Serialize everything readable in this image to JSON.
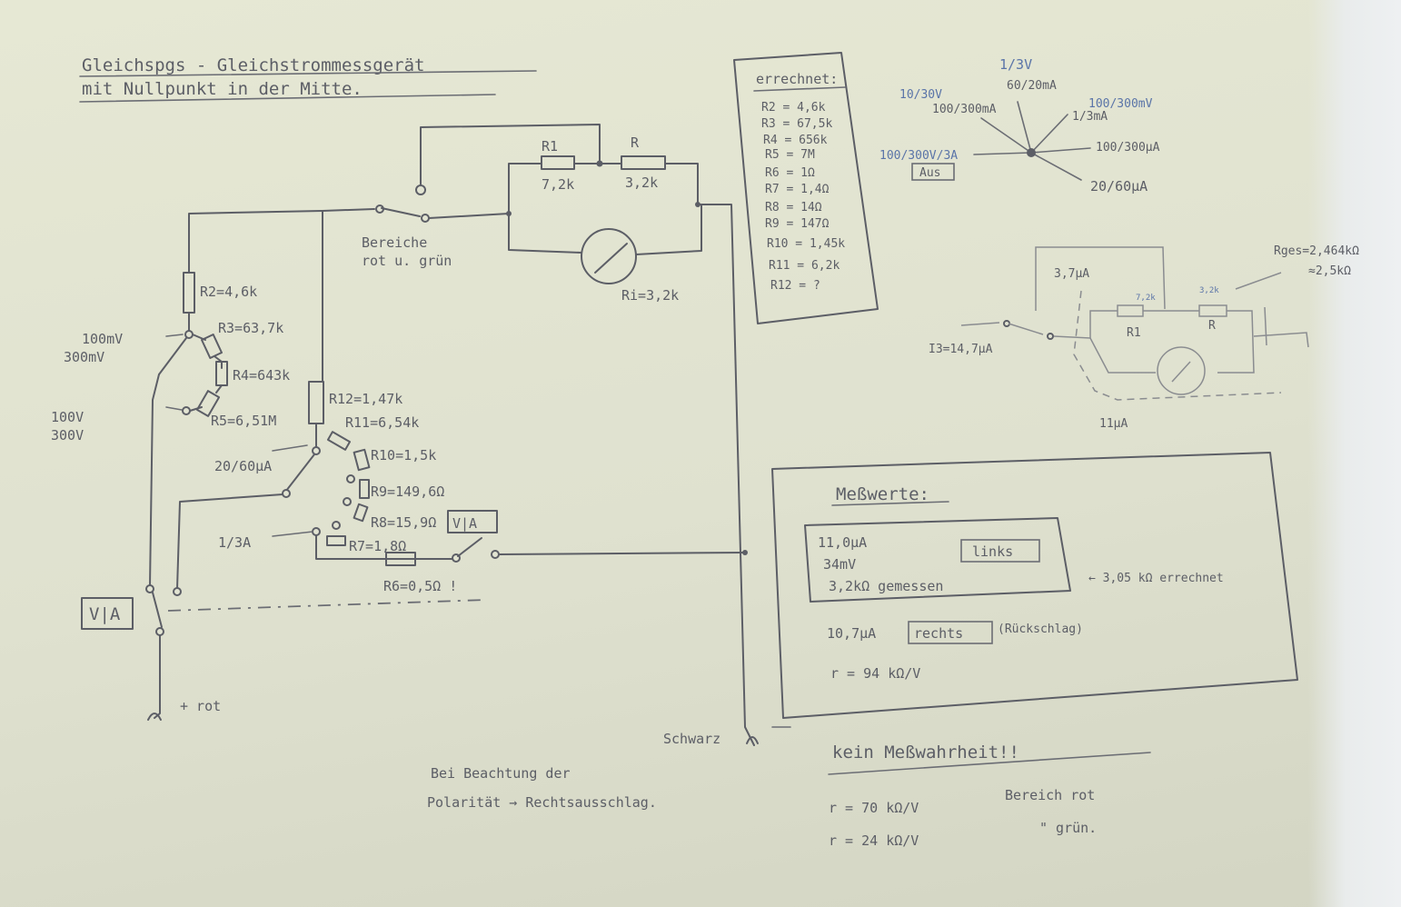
{
  "title": {
    "line1": "Gleichspgs - Gleichstrommessgerät",
    "line2": "mit Nullpunkt in der Mitte."
  },
  "meter": {
    "r1": "R1",
    "r1_val": "7,2k",
    "r": "R",
    "r_val": "3,2k",
    "ri": "Ri=3,2k"
  },
  "switches": {
    "bereiche_1": "Bereiche",
    "bereiche_2": "rot u. grün",
    "va_left": "V|A",
    "va_mid": "V|A"
  },
  "resistors": {
    "r2": "R2=4,6k",
    "r3": "R3=63,7k",
    "r4": "R4=643k",
    "r5": "R5=6,51M",
    "r12": "R12=1,47k",
    "r11": "R11=6,54k",
    "r10": "R10=1,5k",
    "r9": "R9=149,6Ω",
    "r8": "R8=15,9Ω",
    "r7": "R7=1,8Ω",
    "r6": "R6=0,5Ω !"
  },
  "ranges": {
    "mv_1": "100mV",
    "mv_2": "300mV",
    "v_1": "100V",
    "v_2": "300V",
    "ua": "20/60μA",
    "a": "1/3A"
  },
  "terminals": {
    "plus": "+ rot",
    "minus": "Schwarz"
  },
  "errechnet": {
    "header": "errechnet:",
    "items": [
      "R2 = 4,6k",
      "R3 = 67,5k",
      "R4 = 656k",
      "R5 = 7M",
      "R6 = 1Ω",
      "R7 = 1,4Ω",
      "R8 = 14Ω",
      "R9 = 147Ω",
      "R10 = 1,45k",
      "R11 = 6,2k",
      "R12 = ?"
    ]
  },
  "dial": {
    "top_black": "1/3V",
    "top_sub": "60/20mA",
    "left_blue": "10/30V",
    "left_black": "100/300mA",
    "right_blue": "100/300mV",
    "right_black": "1/3mA",
    "mid_left": "100/300V/3A",
    "mid_right": "100/300μA",
    "aus": "Aus",
    "bottom": "20/60μA"
  },
  "inset": {
    "current_top": "3,7μA",
    "rges": "Rges=2,464kΩ",
    "rges2": "≈2,5kΩ",
    "input": "I3=14,7μA",
    "r1": "R1",
    "r": "R",
    "bottom": "11μA",
    "small1": "7,2k",
    "small2": "3,2k"
  },
  "messwerte": {
    "header": "Meßwerte:",
    "row1": "11,0μA",
    "row2": "34mV",
    "row3": "3,2kΩ gemessen",
    "links": "links",
    "note": "← 3,05 kΩ errechnet",
    "row4": "10,7μA",
    "rechts": "rechts",
    "row4_note": "(Rückschlag)",
    "row5": "r = 94 kΩ/V"
  },
  "kein": {
    "line": "kein Meßwahrheit!!"
  },
  "footer": {
    "line1": "Bei Beachtung der",
    "line2": "Polarität → Rechtsausschlag.",
    "r1": "r = 70 kΩ/V",
    "r1_note": "Bereich rot",
    "r2": "r = 24 kΩ/V",
    "r2_note": "\"   grün."
  }
}
